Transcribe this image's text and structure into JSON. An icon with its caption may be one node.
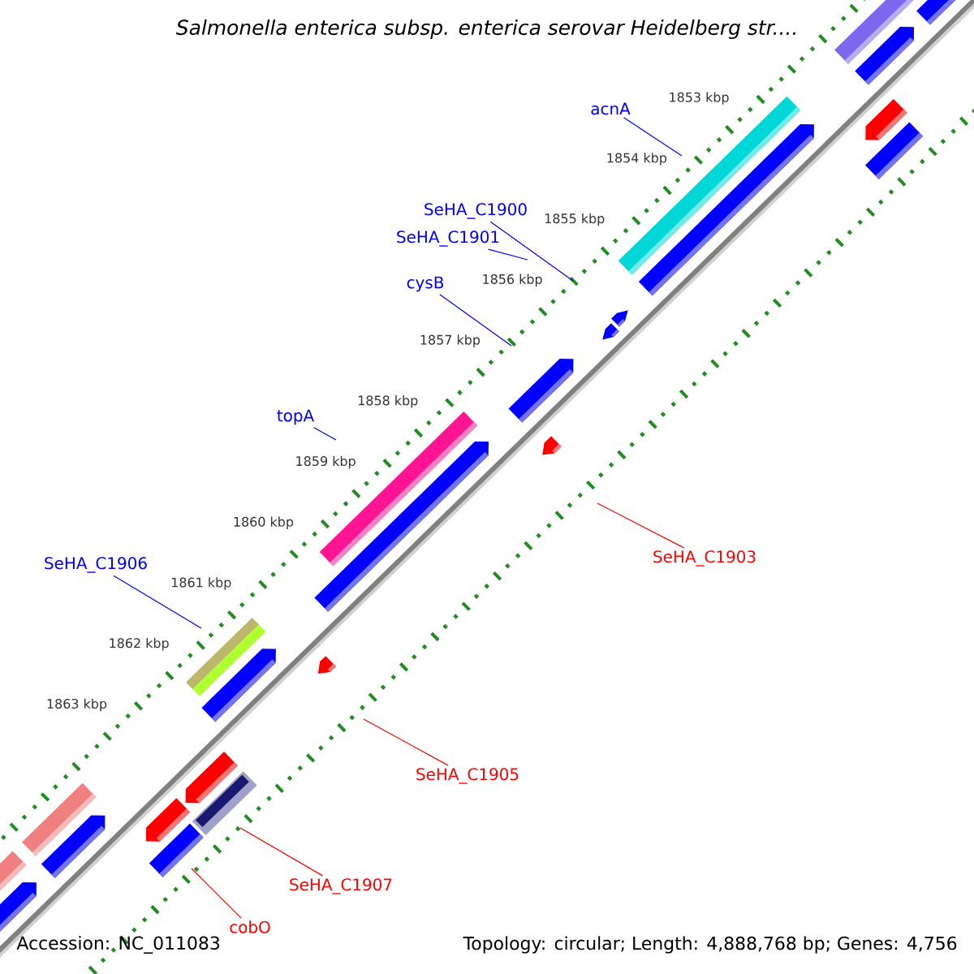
{
  "diagram": {
    "title": "Salmonella enterica subsp. enterica serovar Heidelberg str....",
    "nodes": [
      {
        "text": [
          "acnA"
        ]
      },
      {
        "text": [
          "SeHA_C1900"
        ]
      },
      {
        "text": [
          "SeHA_C1901"
        ]
      },
      {
        "text": [
          "cysB"
        ]
      },
      {
        "text": [
          "topA"
        ]
      },
      {
        "text": [
          "SeHA_C1906"
        ]
      },
      {
        "text": [
          "SeHA_C1903"
        ]
      },
      {
        "text": [
          "SeHA_C1905"
        ]
      },
      {
        "text": [
          "SeHA_C1907"
        ]
      },
      {
        "text": [
          "cobO"
        ]
      }
    ],
    "edges": [
      {
        "from": 0,
        "to": null,
        "arrow": "none"
      },
      {
        "from": 1,
        "to": null,
        "arrow": "none"
      },
      {
        "from": 2,
        "to": null,
        "arrow": "none"
      },
      {
        "from": 3,
        "to": null,
        "arrow": "none"
      },
      {
        "from": 4,
        "to": null,
        "arrow": "none"
      },
      {
        "from": 5,
        "to": null,
        "arrow": "none"
      },
      {
        "from": 6,
        "to": null,
        "arrow": "none",
        "color": "#ff0000"
      },
      {
        "from": 7,
        "to": null,
        "arrow": "none",
        "color": "#ff0000"
      },
      {
        "from": 8,
        "to": null,
        "arrow": "none",
        "color": "#ff0000"
      },
      {
        "from": 9,
        "to": null,
        "arrow": "none",
        "color": "#ff0000"
      }
    ],
    "labels": [
      "1853 kbp",
      "1854 kbp",
      "1855 kbp",
      "1856 kbp",
      "1857 kbp",
      "1858 kbp",
      "1859 kbp",
      "1860 kbp",
      "1861 kbp",
      "1862 kbp",
      "1863 kbp",
      "Accession: NC_011083",
      "Topology: circular; Length: 4,888,768 bp; Genes: 4,756"
    ]
  }
}
